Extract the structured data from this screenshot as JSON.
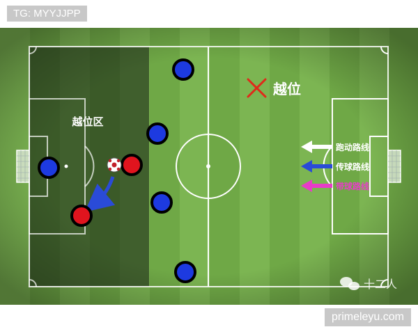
{
  "watermarks": {
    "telegram_tag": "TG: MYYJJPP",
    "site_tag": "primeleyu.com",
    "author": "十二人"
  },
  "diagram": {
    "offside_zone_label": "越位区",
    "offside_mark": "越位",
    "legend": [
      {
        "label": "跑动路线",
        "color": "#ffffff"
      },
      {
        "label": "传球路线",
        "color": "#2a4bd8"
      },
      {
        "label": "带球路线",
        "color": "#e83cc8"
      }
    ],
    "colors": {
      "attacker": "#e0141e",
      "defender": "#1d3ae0",
      "cross_mark": "#e02a1a",
      "grass_light": "#79b04f",
      "grass_dark": "#5f9a3c"
    }
  }
}
